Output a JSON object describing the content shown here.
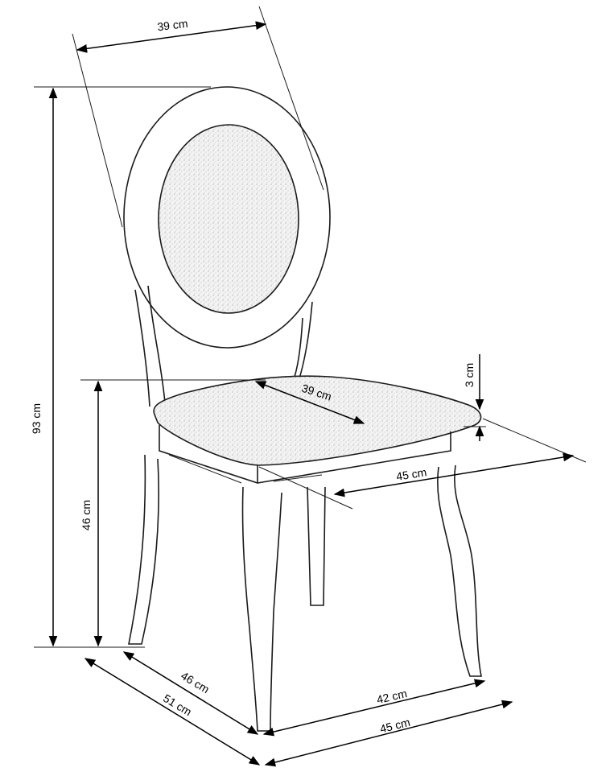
{
  "dimensions": {
    "back_width": "39 cm",
    "total_height": "93 cm",
    "seat_height": "46 cm",
    "seat_depth_top": "39 cm",
    "seat_thickness": "3 cm",
    "seat_width_front": "45 cm",
    "leg_depth": "46 cm",
    "overall_depth": "51 cm",
    "leg_width": "42 cm",
    "overall_width": "45 cm"
  },
  "colors": {
    "line": "#1a1a1a",
    "upholstery": "#f1f1f1",
    "background": "#ffffff"
  }
}
